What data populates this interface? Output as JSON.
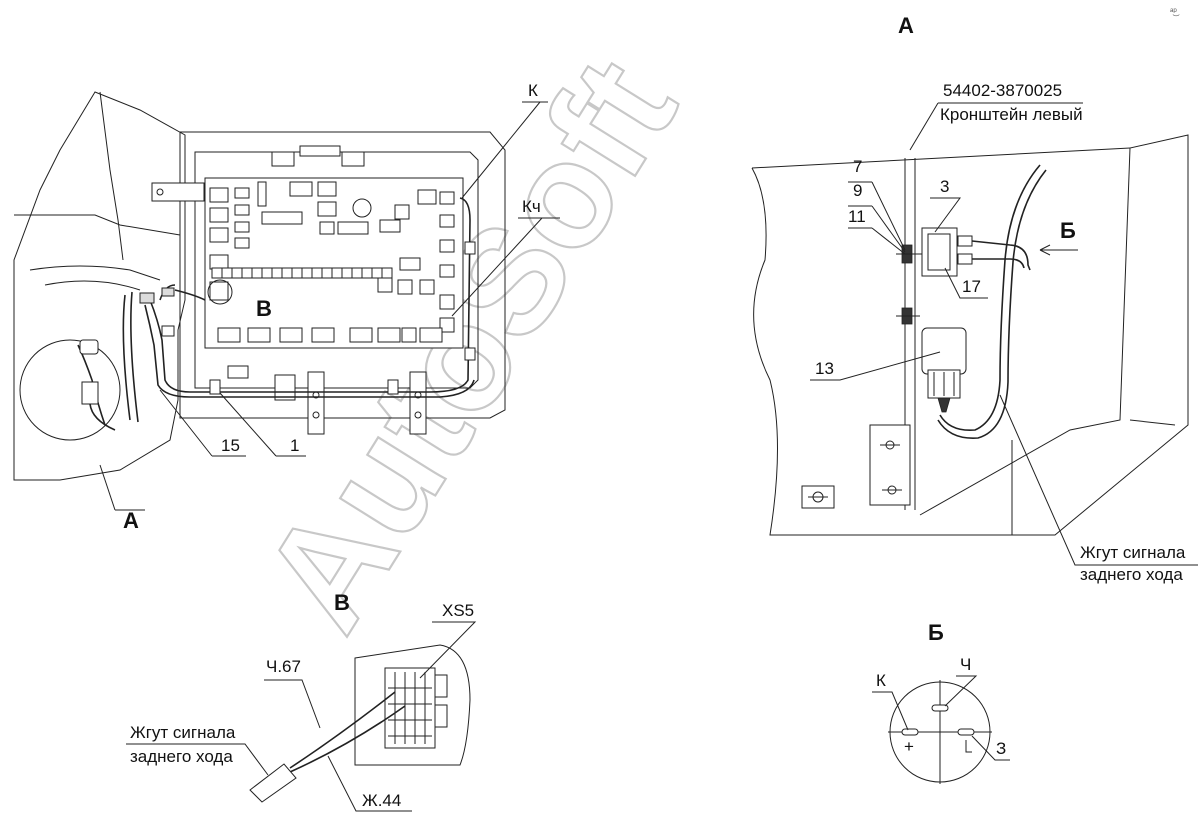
{
  "view_titles": {
    "main_a": "А",
    "b": "Б",
    "v": "В"
  },
  "callouts": {
    "k": "К",
    "kch": "Кч",
    "n15": "15",
    "n1": "1",
    "a_ref": "А",
    "v_ref": "В",
    "part_number": "54402-3870025",
    "bracket": "Кронштейн левый",
    "n7": "7",
    "n9": "9",
    "n11": "11",
    "n3": "3",
    "n17": "17",
    "n13": "13",
    "arrow_b": "Б",
    "harness_line1": "Жгут сигнала",
    "harness_line2": "заднего хода",
    "xs5": "XS5",
    "ch67": "Ч.67",
    "zh44": "Ж.44",
    "v_harness_line1": "Жгут сигнала",
    "v_harness_line2": "заднего хода",
    "b_k": "К",
    "b_ch": "Ч",
    "b_3": "З",
    "b_plus": "+"
  },
  "watermark": "AutoSoft",
  "corner_stamp": "ᵃ͜ᵖ"
}
